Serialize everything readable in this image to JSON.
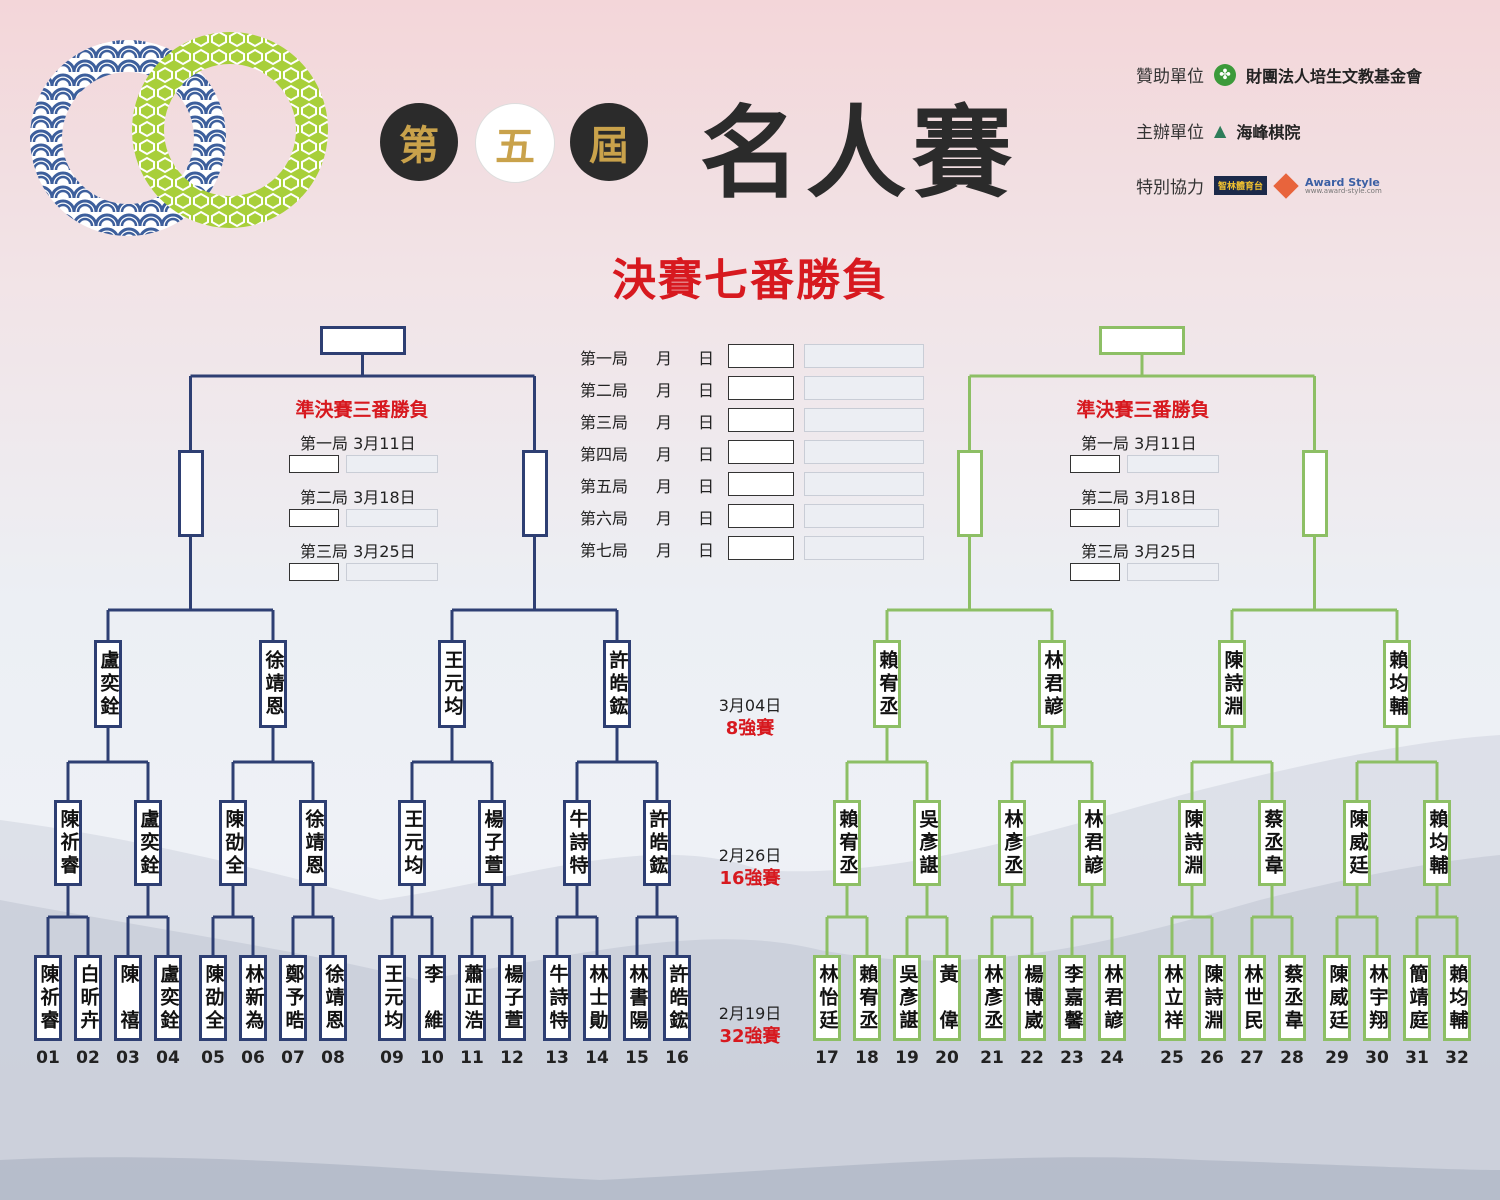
{
  "header": {
    "edition_chars": [
      "第",
      "五",
      "屆"
    ],
    "title": "名人賽",
    "sponsors": [
      {
        "role": "贊助單位",
        "name": "財團法人培生文教基金會",
        "icon": "clover-icon"
      },
      {
        "role": "主辦單位",
        "name": "海峰棋院",
        "icon": "mountain-icon"
      },
      {
        "role": "特別協力",
        "name": "智林體育台",
        "name2": "Award Style",
        "name2_sub": "www.award-style.com",
        "icon": "award-icon"
      }
    ]
  },
  "final": {
    "title": "決賽七番勝負",
    "games": [
      {
        "label": "第一局",
        "month": "月",
        "day": "日"
      },
      {
        "label": "第二局",
        "month": "月",
        "day": "日"
      },
      {
        "label": "第三局",
        "month": "月",
        "day": "日"
      },
      {
        "label": "第四局",
        "month": "月",
        "day": "日"
      },
      {
        "label": "第五局",
        "month": "月",
        "day": "日"
      },
      {
        "label": "第六局",
        "month": "月",
        "day": "日"
      },
      {
        "label": "第七局",
        "month": "月",
        "day": "日"
      }
    ]
  },
  "semifinal": {
    "title": "準決賽三番勝負",
    "games": [
      {
        "label": "第一局 3月11日"
      },
      {
        "label": "第二局 3月18日"
      },
      {
        "label": "第三局 3月25日"
      }
    ]
  },
  "stages": [
    {
      "date": "3月04日",
      "name": "8強賽"
    },
    {
      "date": "2月26日",
      "name": "16強賽"
    },
    {
      "date": "2月19日",
      "name": "32強賽"
    }
  ],
  "colors": {
    "left": "#2e3f73",
    "right": "#8dbf65",
    "accent": "#d7191f"
  },
  "bracket": {
    "r32": [
      {
        "num": "01",
        "name": "陳祈睿"
      },
      {
        "num": "02",
        "name": "白昕卉"
      },
      {
        "num": "03",
        "name": "陳　禧"
      },
      {
        "num": "04",
        "name": "盧奕銓"
      },
      {
        "num": "05",
        "name": "陳劭全"
      },
      {
        "num": "06",
        "name": "林新為"
      },
      {
        "num": "07",
        "name": "鄭予晧"
      },
      {
        "num": "08",
        "name": "徐靖恩"
      },
      {
        "num": "09",
        "name": "王元均"
      },
      {
        "num": "10",
        "name": "李　維"
      },
      {
        "num": "11",
        "name": "蕭正浩"
      },
      {
        "num": "12",
        "name": "楊子萱"
      },
      {
        "num": "13",
        "name": "牛詩特"
      },
      {
        "num": "14",
        "name": "林士勛"
      },
      {
        "num": "15",
        "name": "林書陽"
      },
      {
        "num": "16",
        "name": "許皓鋐"
      },
      {
        "num": "17",
        "name": "林怡廷"
      },
      {
        "num": "18",
        "name": "賴宥丞"
      },
      {
        "num": "19",
        "name": "吳彥諶"
      },
      {
        "num": "20",
        "name": "黃　偉"
      },
      {
        "num": "21",
        "name": "林彥丞"
      },
      {
        "num": "22",
        "name": "楊博崴"
      },
      {
        "num": "23",
        "name": "李嘉馨"
      },
      {
        "num": "24",
        "name": "林君諺"
      },
      {
        "num": "25",
        "name": "林立祥"
      },
      {
        "num": "26",
        "name": "陳詩淵"
      },
      {
        "num": "27",
        "name": "林世民"
      },
      {
        "num": "28",
        "name": "蔡丞韋"
      },
      {
        "num": "29",
        "name": "陳威廷"
      },
      {
        "num": "30",
        "name": "林宇翔"
      },
      {
        "num": "31",
        "name": "簡靖庭"
      },
      {
        "num": "32",
        "name": "賴均輔"
      }
    ],
    "r16": [
      "陳祈睿",
      "盧奕銓",
      "陳劭全",
      "徐靖恩",
      "王元均",
      "楊子萱",
      "牛詩特",
      "許皓鋐",
      "賴宥丞",
      "吳彥諶",
      "林彥丞",
      "林君諺",
      "陳詩淵",
      "蔡丞韋",
      "陳威廷",
      "賴均輔"
    ],
    "r8": [
      "盧奕銓",
      "徐靖恩",
      "王元均",
      "許皓鋐",
      "賴宥丞",
      "林君諺",
      "陳詩淵",
      "賴均輔"
    ]
  }
}
